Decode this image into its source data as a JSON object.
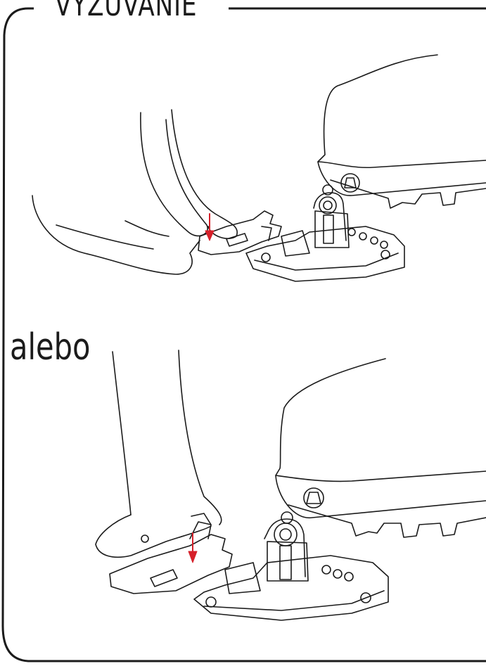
{
  "section": {
    "title": "VYZUVANIE",
    "alternative_label": "alebo"
  },
  "colors": {
    "line": "#1b1b1b",
    "arrow": "#d6202a",
    "background": "#ffffff"
  },
  "illustrations": [
    {
      "name": "hand-release-method"
    },
    {
      "name": "pole-release-method"
    }
  ]
}
